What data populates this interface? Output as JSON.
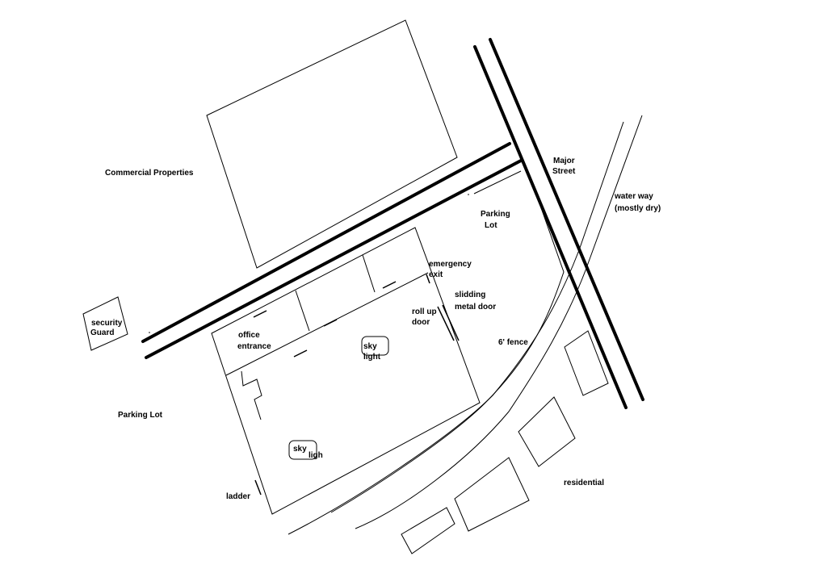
{
  "labels": {
    "commercial": "Commercial Properties",
    "security_line1": "security",
    "security_line2": "Guard",
    "parking_left": "Parking Lot",
    "parking_top_line1": "Parking",
    "parking_top_line2": "Lot",
    "major_street_line1": "Major",
    "major_street_line2": "Street",
    "waterway_line1": "water way",
    "waterway_line2": "(mostly dry)",
    "emergency_line1": "emergency",
    "emergency_line2": "exit",
    "sliding_line1": "slidding",
    "sliding_line2": "metal door",
    "rollup_line1": "roll up",
    "rollup_line2": "door",
    "office_line1": "office",
    "office_line2": "entrance",
    "skylight1_line1": "sky",
    "skylight1_line2": "light",
    "skylight2_line1": "sky",
    "skylight2_line2": "ligh",
    "fence": "6' fence",
    "residential": "residential",
    "ladder": "ladder"
  }
}
